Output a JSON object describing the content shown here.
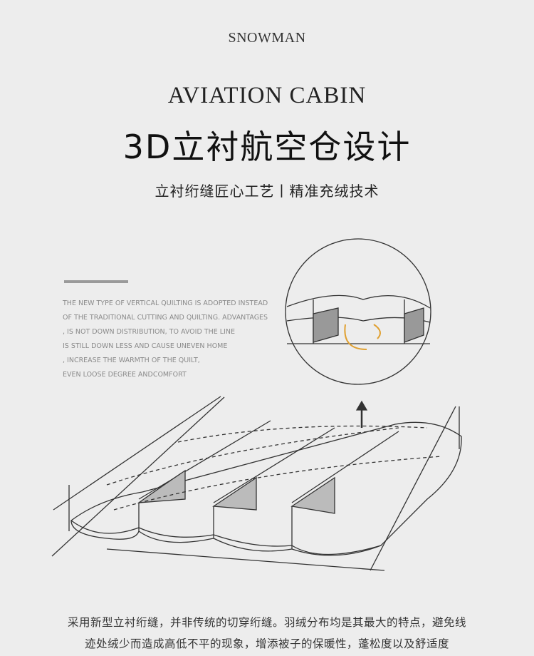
{
  "brand": "SNOWMAN",
  "title_en": "AVIATION CABIN",
  "title_cn": "3D立衬航空仓设计",
  "subtitle": "立衬绗缝匠心工艺丨精准充绒技术",
  "description_en": [
    "THE NEW TYPE OF VERTICAL QUILTING IS ADOPTED INSTEAD",
    "OF THE TRADITIONAL CUTTING AND QUILTING. ADVANTAGES",
    ", IS NOT DOWN DISTRIBUTION, TO AVOID THE LINE",
    "IS STILL DOWN LESS AND CAUSE UNEVEN HOME",
    ", INCREASE THE WARMTH OF THE QUILT,",
    "EVEN LOOSE DEGREE ANDCOMFORT"
  ],
  "description_cn": [
    "采用新型立衬绗缝，并非传统的切穿绗缝。羽绒分布均是其最大的特点，避免线",
    "迹处绒少而造成高低不平的现象，增添被子的保暖性，蓬松度以及舒适度"
  ],
  "colors": {
    "background": "#ededed",
    "accent_arrow": "#e0a030",
    "line": "#333333"
  }
}
